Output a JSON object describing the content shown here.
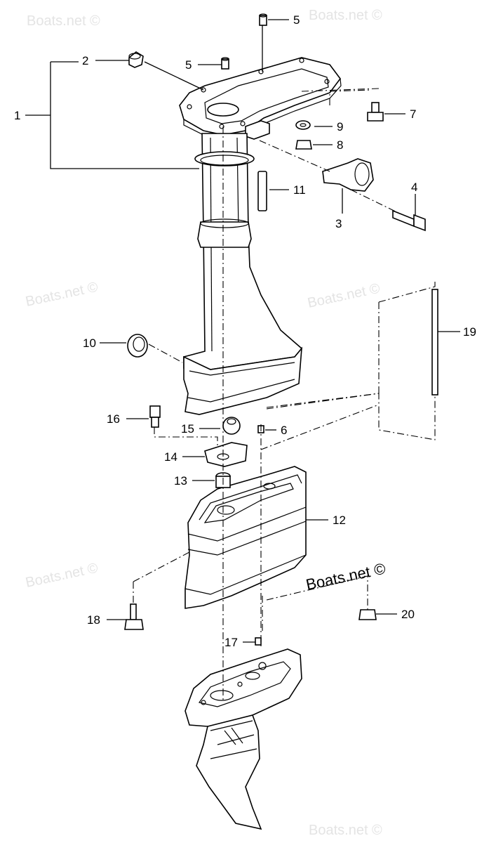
{
  "diagram": {
    "watermarks": [
      "Boats.net ©",
      "Boats.net ©",
      "Boats.net ©",
      "Boats.net ©",
      "Boats.net ©",
      "Boats.net ©",
      "Boats.net ©"
    ],
    "callouts": [
      "1",
      "2",
      "3",
      "4",
      "5",
      "5",
      "6",
      "7",
      "8",
      "9",
      "10",
      "11",
      "12",
      "13",
      "14",
      "15",
      "16",
      "17",
      "18",
      "19",
      "20"
    ]
  }
}
